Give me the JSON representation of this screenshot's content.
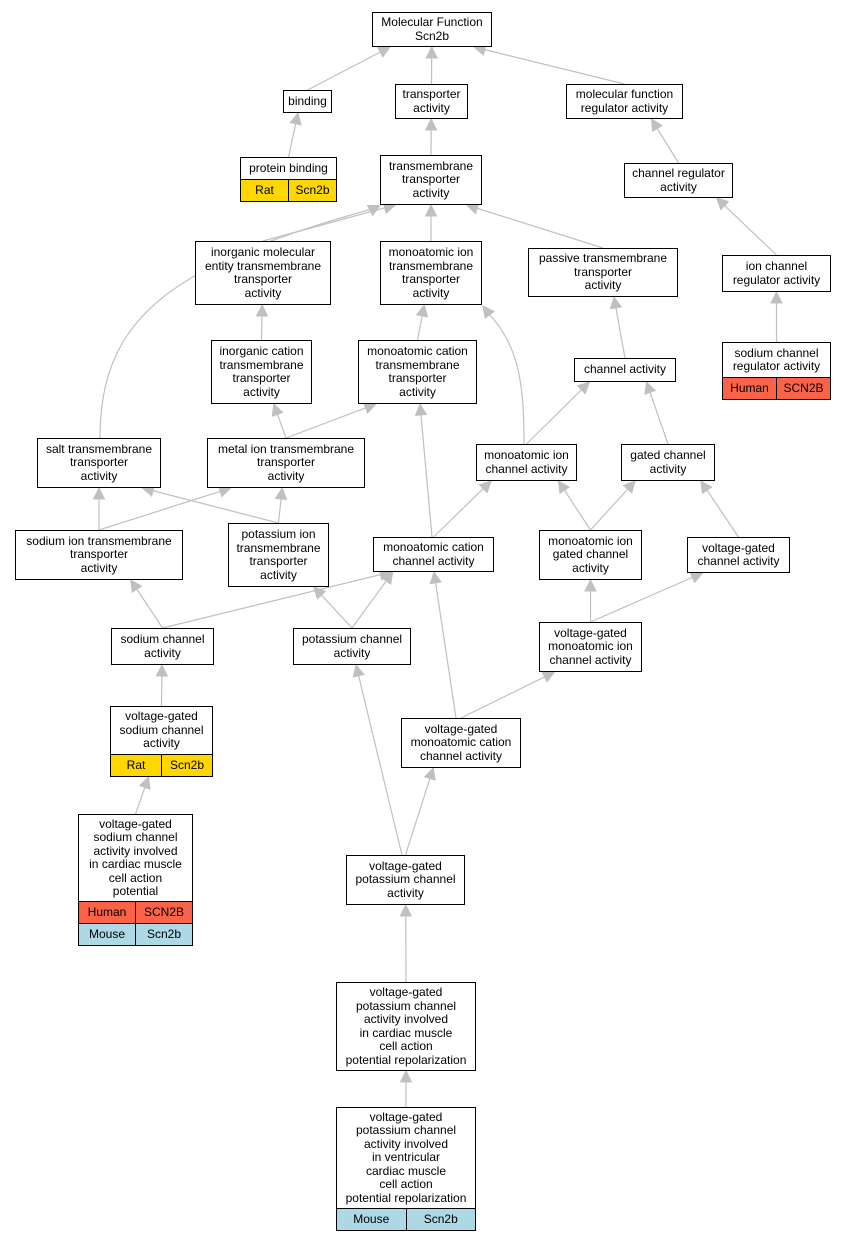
{
  "colors": {
    "rat": "#ffd700",
    "human": "#fa6347",
    "mouse": "#add8e6",
    "edge": "#c0c0c0"
  },
  "nodes": [
    {
      "id": "mf",
      "label": "Molecular Function\nScn2b"
    },
    {
      "id": "binding",
      "label": "binding"
    },
    {
      "id": "transporter",
      "label": "transporter\nactivity"
    },
    {
      "id": "mfreg",
      "label": "molecular function\nregulator activity"
    },
    {
      "id": "protbind",
      "label": "protein binding",
      "rows": [
        {
          "species": "Rat",
          "gene": "Scn2b",
          "color": "rat"
        }
      ]
    },
    {
      "id": "tmtrans",
      "label": "transmembrane\ntransporter\nactivity"
    },
    {
      "id": "chanreg",
      "label": "channel regulator\nactivity"
    },
    {
      "id": "inorgmol",
      "label": "inorganic molecular\nentity transmembrane\ntransporter\nactivity"
    },
    {
      "id": "monoion_tm",
      "label": "monoatomic ion\ntransmembrane\ntransporter\nactivity"
    },
    {
      "id": "passive",
      "label": "passive transmembrane\ntransporter\nactivity"
    },
    {
      "id": "ionchanreg",
      "label": "ion channel\nregulator activity"
    },
    {
      "id": "inorgcat",
      "label": "inorganic cation\ntransmembrane\ntransporter\nactivity"
    },
    {
      "id": "monocat_tm",
      "label": "monoatomic cation\ntransmembrane\ntransporter\nactivity"
    },
    {
      "id": "chanact",
      "label": "channel activity"
    },
    {
      "id": "sodchanreg",
      "label": "sodium channel\nregulator activity",
      "rows": [
        {
          "species": "Human",
          "gene": "SCN2B",
          "color": "human"
        }
      ]
    },
    {
      "id": "salt",
      "label": "salt transmembrane\ntransporter\nactivity"
    },
    {
      "id": "metal",
      "label": "metal ion transmembrane\ntransporter\nactivity"
    },
    {
      "id": "monoionchan",
      "label": "monoatomic ion\nchannel activity"
    },
    {
      "id": "gated",
      "label": "gated channel\nactivity"
    },
    {
      "id": "sodiontm",
      "label": "sodium ion transmembrane\ntransporter\nactivity"
    },
    {
      "id": "potiontm",
      "label": "potassium ion\ntransmembrane\ntransporter\nactivity"
    },
    {
      "id": "monocatchan",
      "label": "monoatomic cation\nchannel activity"
    },
    {
      "id": "monoiongated",
      "label": "monoatomic ion\ngated channel\nactivity"
    },
    {
      "id": "vgchan",
      "label": "voltage-gated\nchannel activity"
    },
    {
      "id": "sodchan",
      "label": "sodium channel\nactivity"
    },
    {
      "id": "potchan",
      "label": "potassium channel\nactivity"
    },
    {
      "id": "vgmonoion",
      "label": "voltage-gated\nmonoatomic ion\nchannel activity"
    },
    {
      "id": "vgsod",
      "label": "voltage-gated\nsodium channel\nactivity",
      "rows": [
        {
          "species": "Rat",
          "gene": "Scn2b",
          "color": "rat"
        }
      ]
    },
    {
      "id": "vgmonocat",
      "label": "voltage-gated\nmonoatomic cation\nchannel activity"
    },
    {
      "id": "vgsodcard",
      "label": "voltage-gated\nsodium channel\nactivity involved\nin cardiac muscle\ncell action\npotential",
      "rows": [
        {
          "species": "Human",
          "gene": "SCN2B",
          "color": "human"
        },
        {
          "species": "Mouse",
          "gene": "Scn2b",
          "color": "mouse"
        }
      ]
    },
    {
      "id": "vgpot",
      "label": "voltage-gated\npotassium channel\nactivity"
    },
    {
      "id": "vgpotcard",
      "label": "voltage-gated\npotassium channel\nactivity involved\nin cardiac muscle\ncell action\npotential repolarization"
    },
    {
      "id": "vgpotvent",
      "label": "voltage-gated\npotassium channel\nactivity involved\nin ventricular\ncardiac muscle\ncell action\npotential repolarization",
      "rows": [
        {
          "species": "Mouse",
          "gene": "Scn2b",
          "color": "mouse"
        }
      ]
    }
  ],
  "edges": [
    [
      "binding",
      "mf"
    ],
    [
      "transporter",
      "mf"
    ],
    [
      "mfreg",
      "mf"
    ],
    [
      "protbind",
      "binding"
    ],
    [
      "tmtrans",
      "transporter"
    ],
    [
      "chanreg",
      "mfreg"
    ],
    [
      "inorgmol",
      "tmtrans"
    ],
    [
      "monoion_tm",
      "tmtrans"
    ],
    [
      "passive",
      "tmtrans"
    ],
    [
      "salt",
      "tmtrans"
    ],
    [
      "ionchanreg",
      "chanreg"
    ],
    [
      "inorgcat",
      "inorgmol"
    ],
    [
      "monocat_tm",
      "monoion_tm"
    ],
    [
      "monoionchan",
      "monoion_tm"
    ],
    [
      "chanact",
      "passive"
    ],
    [
      "sodchanreg",
      "ionchanreg"
    ],
    [
      "metal",
      "inorgcat"
    ],
    [
      "metal",
      "monocat_tm"
    ],
    [
      "monoionchan",
      "chanact"
    ],
    [
      "gated",
      "chanact"
    ],
    [
      "sodiontm",
      "salt"
    ],
    [
      "potiontm",
      "salt"
    ],
    [
      "sodiontm",
      "metal"
    ],
    [
      "potiontm",
      "metal"
    ],
    [
      "monocatchan",
      "monocat_tm"
    ],
    [
      "monocatchan",
      "monoionchan"
    ],
    [
      "monoiongated",
      "monoionchan"
    ],
    [
      "monoiongated",
      "gated"
    ],
    [
      "vgchan",
      "gated"
    ],
    [
      "sodchan",
      "sodiontm"
    ],
    [
      "sodchan",
      "monocatchan"
    ],
    [
      "potchan",
      "potiontm"
    ],
    [
      "potchan",
      "monocatchan"
    ],
    [
      "vgmonoion",
      "monoiongated"
    ],
    [
      "vgmonoion",
      "vgchan"
    ],
    [
      "vgsod",
      "sodchan"
    ],
    [
      "vgmonocat",
      "monocatchan"
    ],
    [
      "vgmonocat",
      "vgmonoion"
    ],
    [
      "vgsodcard",
      "vgsod"
    ],
    [
      "vgpot",
      "potchan"
    ],
    [
      "vgpot",
      "vgmonocat"
    ],
    [
      "vgpotcard",
      "vgpot"
    ],
    [
      "vgpotvent",
      "vgpotcard"
    ]
  ]
}
